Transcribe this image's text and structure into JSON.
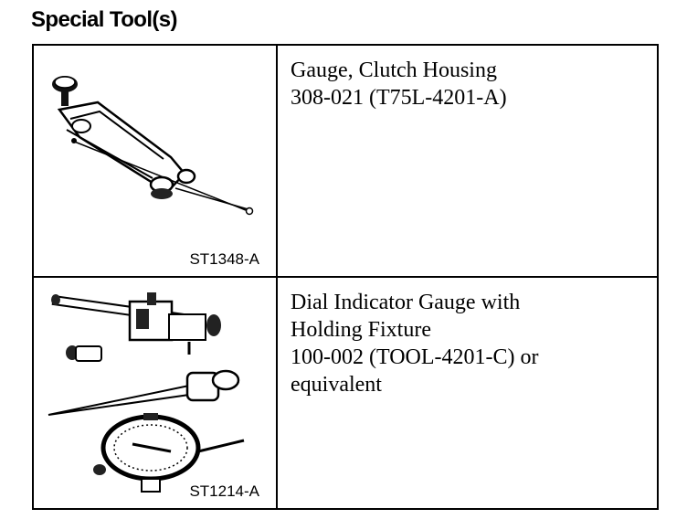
{
  "heading": "Special Tool(s)",
  "tools": [
    {
      "image_code": "ST1348-A",
      "lines": [
        "Gauge, Clutch Housing",
        "308-021 (T75L-4201-A)"
      ]
    },
    {
      "image_code": "ST1214-A",
      "lines": [
        "Dial Indicator Gauge with",
        "Holding Fixture",
        "100-002 (TOOL-4201-C) or",
        "equivalent"
      ]
    }
  ]
}
